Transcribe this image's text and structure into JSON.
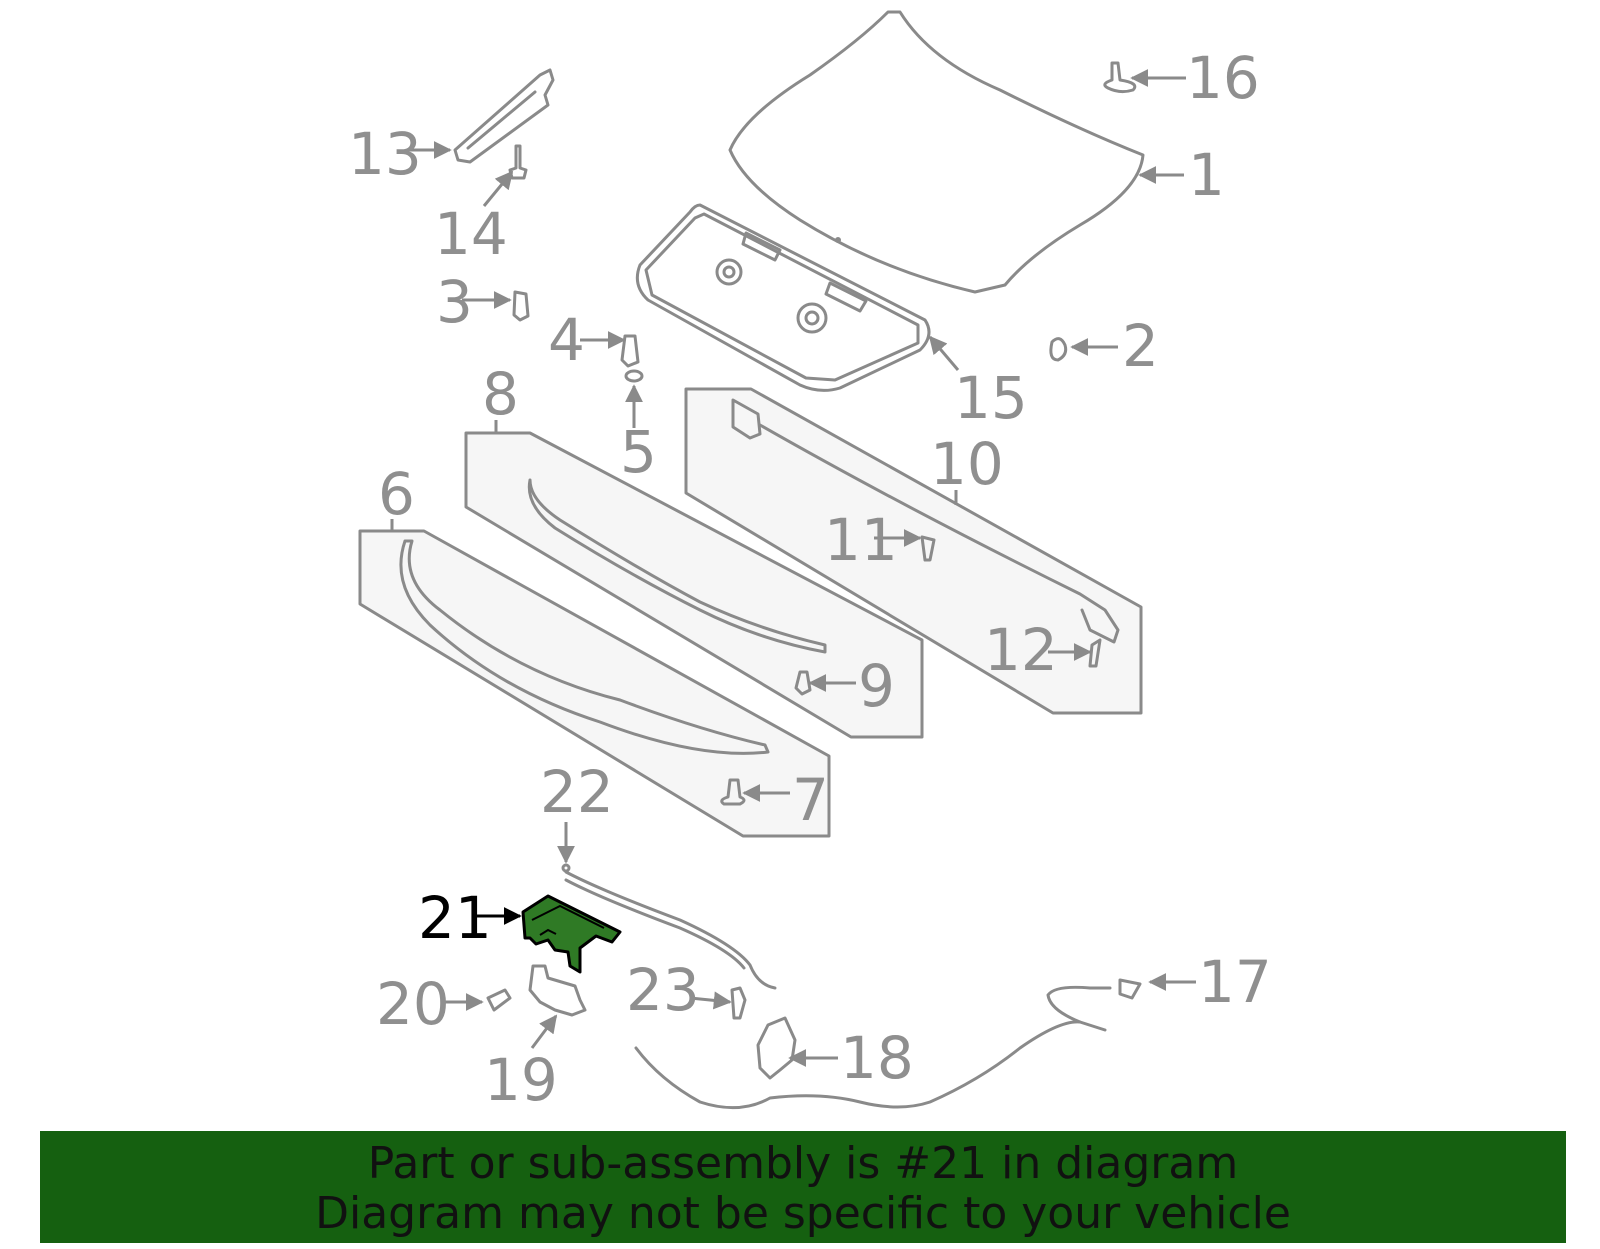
{
  "callouts": {
    "p1": "1",
    "p2": "2",
    "p3": "3",
    "p4": "4",
    "p5": "5",
    "p6": "6",
    "p7": "7",
    "p8": "8",
    "p9": "9",
    "p10": "10",
    "p11": "11",
    "p12": "12",
    "p13": "13",
    "p14": "14",
    "p15": "15",
    "p16": "16",
    "p17": "17",
    "p18": "18",
    "p19": "19",
    "p20": "20",
    "p21": "21",
    "p22": "22",
    "p23": "23"
  },
  "highlight": {
    "part": "21",
    "color": "#2f7a25"
  },
  "banner": {
    "line1": "Part or sub-assembly is #21 in diagram",
    "line2": "Diagram may not be specific to your vehicle",
    "color": "#156010"
  }
}
